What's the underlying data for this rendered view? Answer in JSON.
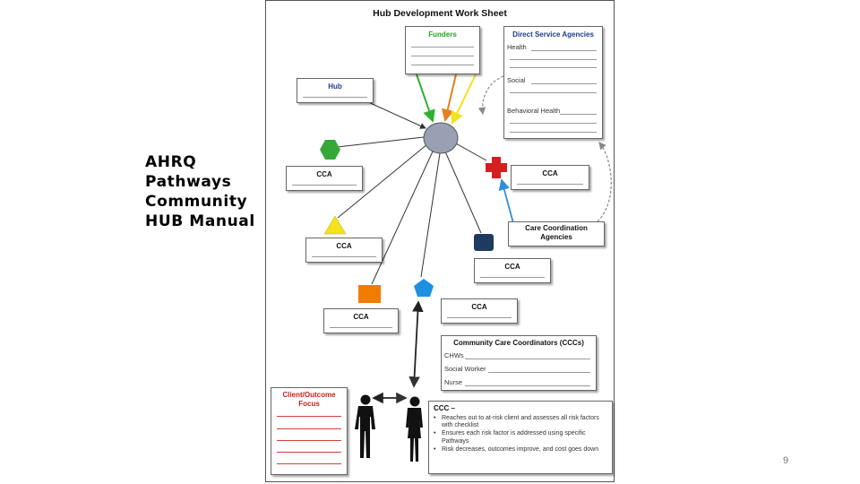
{
  "slide": {
    "title_lines": [
      "AHRQ",
      "Pathways",
      "Community",
      "HUB Manual"
    ],
    "page_number": "9"
  },
  "sheet": {
    "title": "Hub Development Work Sheet",
    "funders": {
      "title": "Funders"
    },
    "direct_service": {
      "title": "Direct Service Agencies",
      "fields": [
        "Health",
        "Social",
        "Behavioral Health"
      ]
    },
    "hub": {
      "title": "Hub"
    },
    "cca_label": "CCA",
    "care_coordination": {
      "title_lines": [
        "Care Coordination",
        "Agencies"
      ]
    },
    "ccc": {
      "title": "Community Care Coordinators (CCCs)",
      "fields": [
        "CHWs",
        "Social Worker",
        "Nurse"
      ]
    },
    "client": {
      "title_lines": [
        "Client/Outcome",
        "Focus"
      ]
    },
    "ccc_def": {
      "label": "CCC –",
      "bullets": [
        "Reaches out to at-risk client and assesses all risk factors with checklist",
        "Ensures each risk factor is addressed using specific Pathways",
        "Risk decreases, outcomes improve, and cost goes down"
      ]
    }
  },
  "colors": {
    "hub_node": "#9aa0b4",
    "funder_arrows": [
      "#2fb12f",
      "#e67e22",
      "#f2e21a"
    ],
    "care_coord_arrow": "#2f8fde",
    "shapes": {
      "hexagon": "#36a83a",
      "cross": "#d41f1f",
      "triangle": "#f3e21c",
      "square_navy": "#1f3a5f",
      "square_orange": "#f07d00",
      "pentagon": "#1e90e0"
    }
  },
  "icons": [
    "hexagon-icon",
    "red-cross-icon",
    "triangle-icon",
    "navy-square-icon",
    "orange-square-icon",
    "pentagon-icon",
    "person-male-icon",
    "person-female-icon"
  ]
}
